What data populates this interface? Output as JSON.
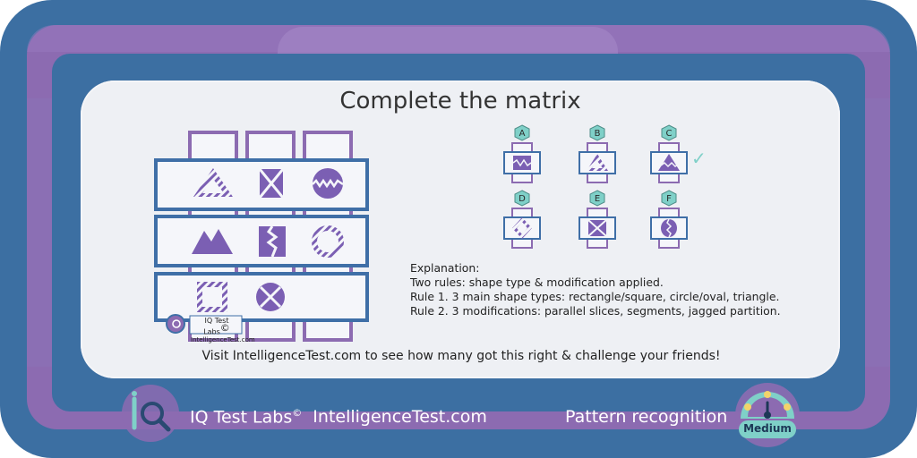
{
  "title": "Complete the matrix",
  "explanation": {
    "heading": "Explanation:",
    "line1": "Two rules: shape type & modification applied.",
    "line2": "Rule 1. 3 main shape types: rectangle/square, circle/oval, triangle.",
    "line3": "Rule 2. 3 modifications: parallel slices, segments, jagged partition."
  },
  "visit_text": "Visit IntelligenceTest.com to see how many got this right & challenge your friends!",
  "footer": {
    "brand": "IQ Test Labs",
    "copyright": "©",
    "site": "IntelligenceTest.com",
    "category": "Pattern recognition",
    "difficulty": "Medium"
  },
  "matrix_logo": {
    "brand": "IQ Test Labs",
    "copyright": "©",
    "site": "IntelligenceTest.com"
  },
  "options": [
    {
      "letter": "A",
      "shape": "square-jagged-icon"
    },
    {
      "letter": "B",
      "shape": "triangle-slices-icon"
    },
    {
      "letter": "C",
      "shape": "triangle-jagged-icon"
    },
    {
      "letter": "D",
      "shape": "diamond-jagged-icon"
    },
    {
      "letter": "E",
      "shape": "square-segments-icon"
    },
    {
      "letter": "F",
      "shape": "circle-jagged-icon"
    }
  ],
  "correct_option": "C",
  "colors": {
    "frame_blue": "#3c6fa2",
    "frame_purple": "#8c6bb1",
    "shape_purple": "#7b5fb3",
    "box_border": "#3f6fa7",
    "option_teal": "#7fd0c8"
  }
}
